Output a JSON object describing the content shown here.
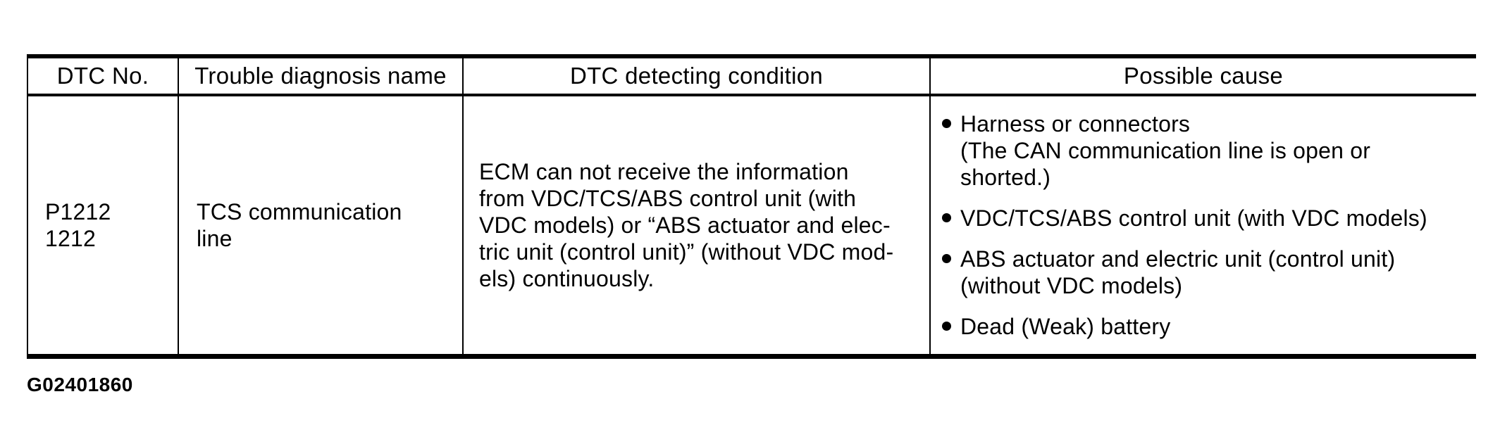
{
  "table": {
    "headers": {
      "dtc_no": "DTC No.",
      "trouble_name": "Trouble diagnosis name",
      "condition": "DTC detecting condition",
      "possible_cause": "Possible cause"
    },
    "row": {
      "dtc_no_lines": [
        "P1212",
        "1212"
      ],
      "trouble_name_lines": [
        "TCS communication",
        "line"
      ],
      "condition_lines": [
        "ECM can not receive the information",
        "from VDC/TCS/ABS control unit (with",
        "VDC models) or “ABS actuator and elec-",
        "tric unit (control unit)” (without VDC mod-",
        "els) continuously."
      ],
      "causes": [
        {
          "lines": [
            "Harness or connectors",
            "(The CAN communication line is open or",
            "shorted.)"
          ]
        },
        {
          "lines": [
            "VDC/TCS/ABS control unit (with VDC models)"
          ]
        },
        {
          "lines": [
            "ABS actuator and electric unit (control unit)",
            "(without VDC models)"
          ]
        },
        {
          "lines": [
            "Dead (Weak) battery"
          ]
        }
      ]
    }
  },
  "figure_id": "G02401860",
  "colors": {
    "text": "#000000",
    "background": "#ffffff",
    "border": "#000000"
  }
}
